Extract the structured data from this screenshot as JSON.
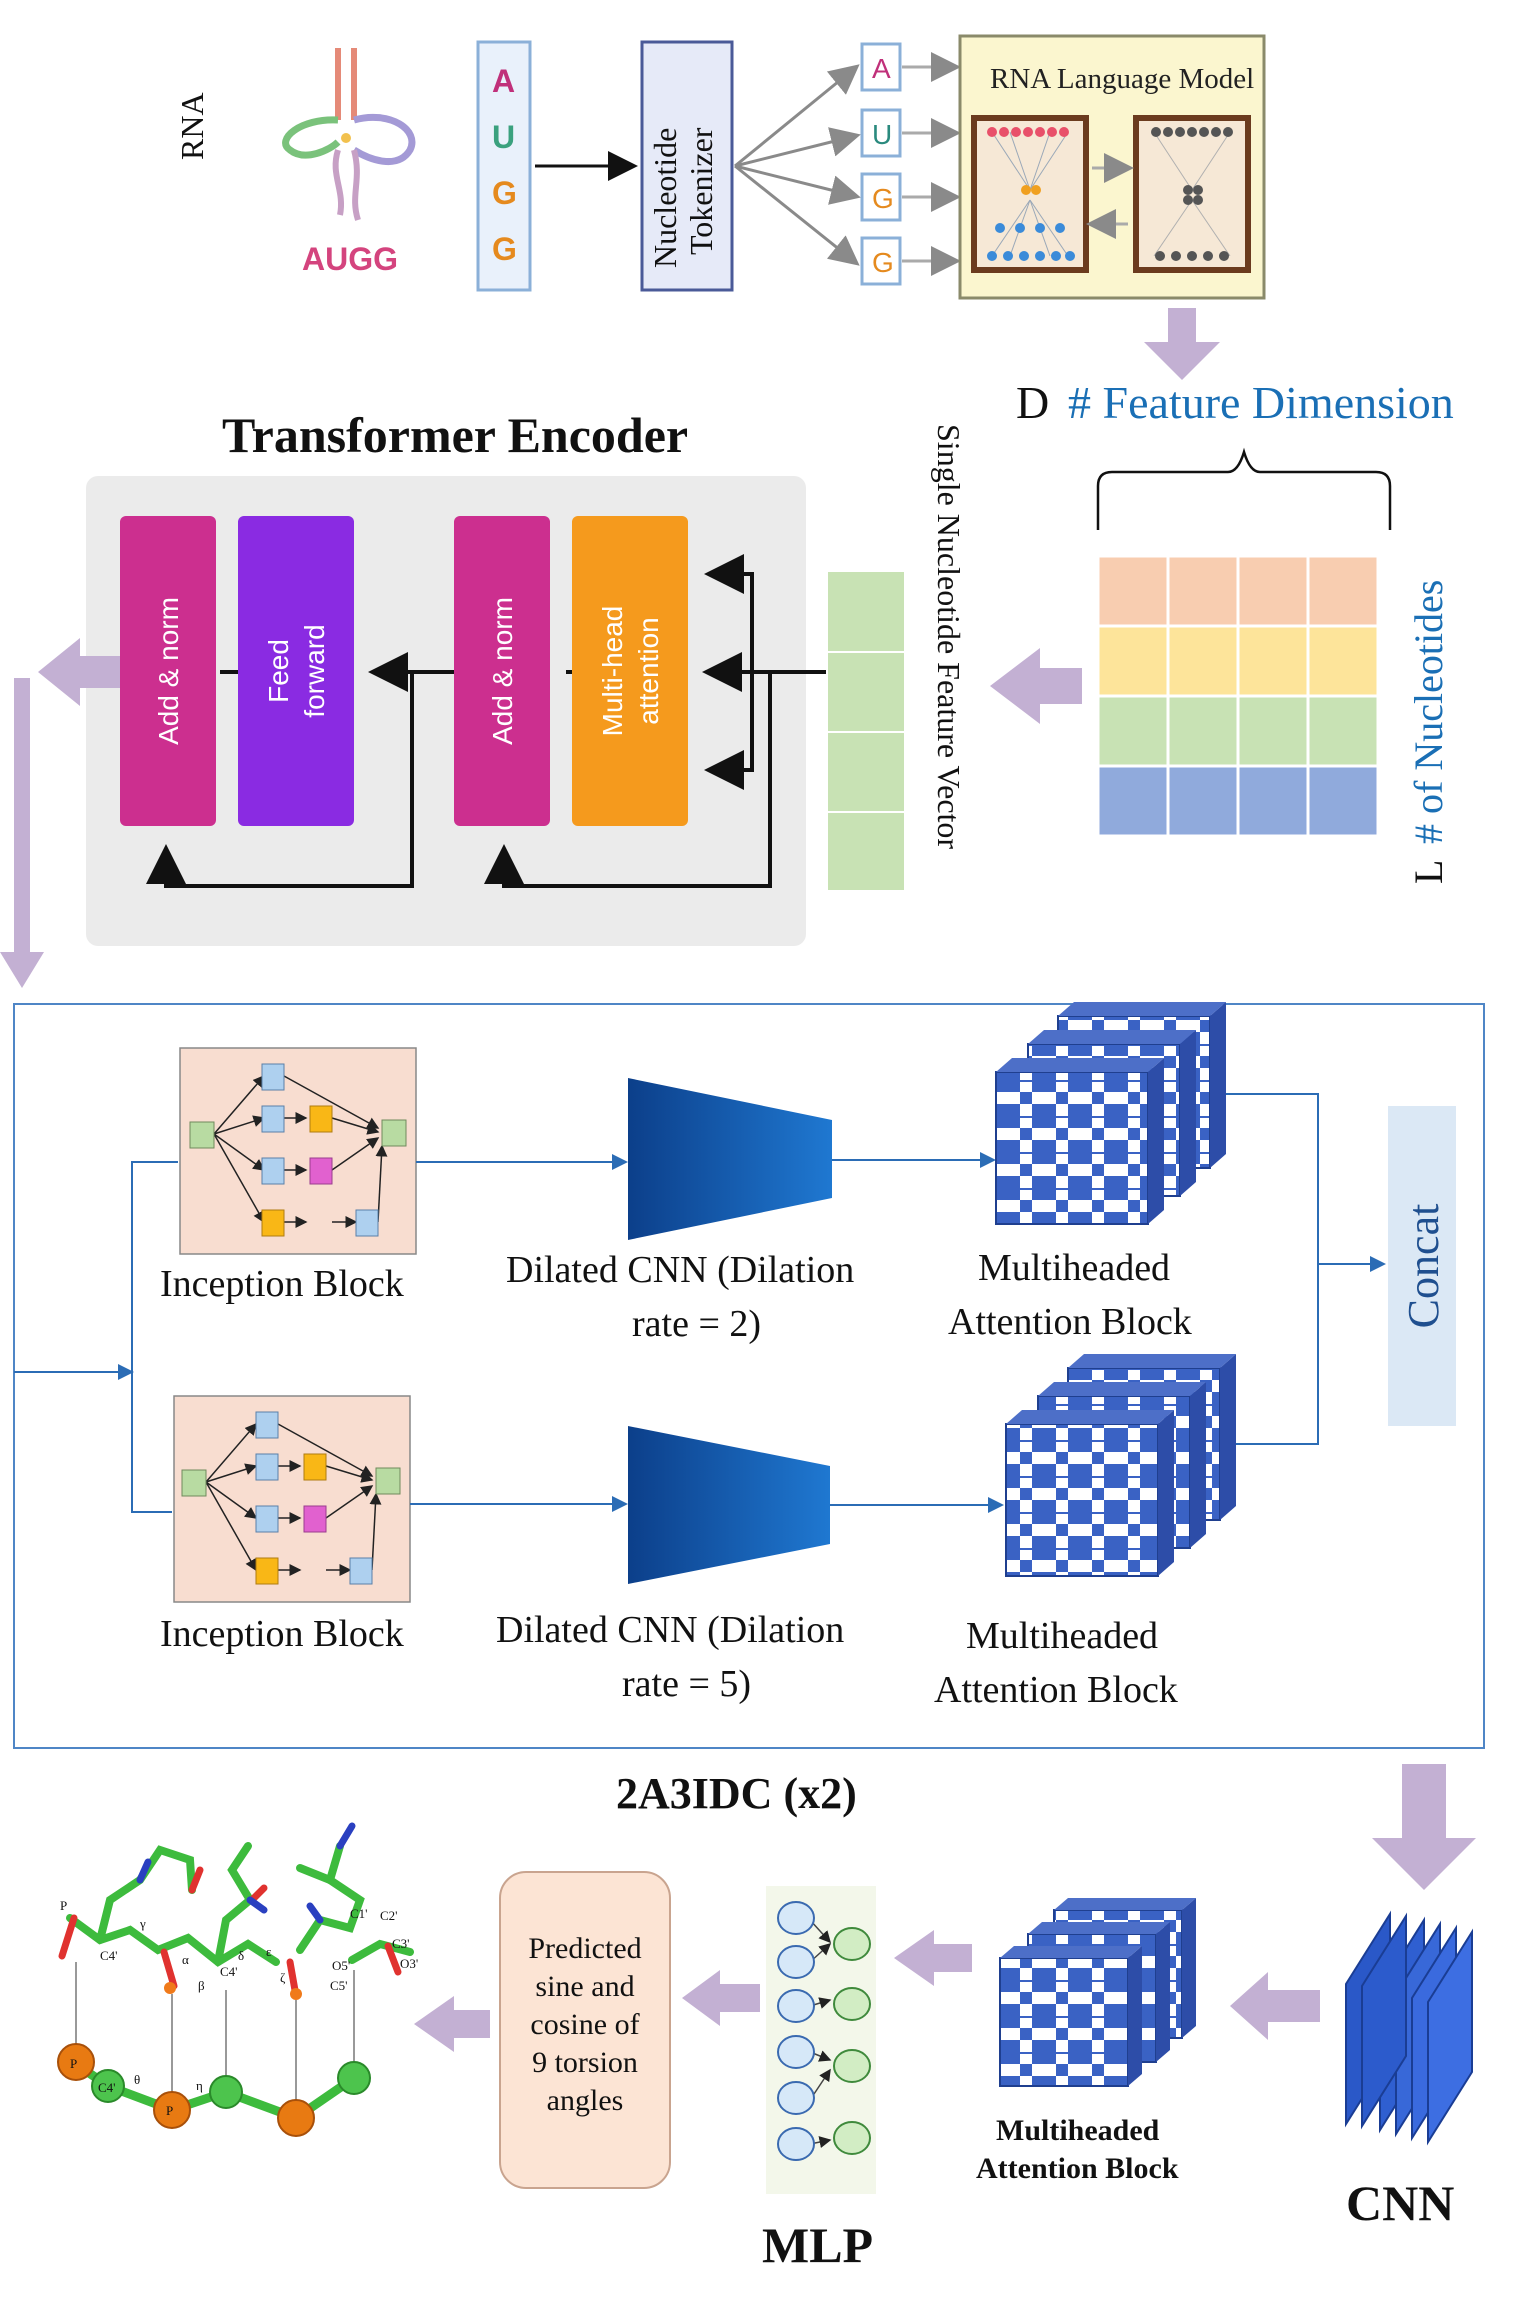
{
  "top": {
    "rna_label": "RNA",
    "rna_sequence": "AUGG",
    "sequence_letters": [
      "A",
      "U",
      "G",
      "G"
    ],
    "tokenizer_label": "Nucleotide Tokenizer",
    "tokens": [
      "A",
      "U",
      "G",
      "G"
    ],
    "language_model_title": "RNA Language Model"
  },
  "embedding": {
    "feature_dim_prefix": "D",
    "feature_dim_label": "# Feature Dimension",
    "nucleotides_prefix": "L",
    "nucleotides_label": "# of Nucleotides",
    "row_colors": [
      "#f8cdb0",
      "#fde49a",
      "#c8e2b4",
      "#90aadc"
    ]
  },
  "encoder": {
    "title": "Transformer Encoder",
    "blocks": [
      "Add & norm",
      "Feed forward",
      "Add & norm",
      "Multi-head attention"
    ],
    "feature_vector_label": "Single Nucleotide Feature Vector"
  },
  "module": {
    "inception_label": "Inception Block",
    "branch1_cnn": "Dilated CNN (Dilation rate = 2)",
    "branch2_cnn": "Dilated CNN (Dilation rate = 5)",
    "attention_label": "Multiheaded Attention Block",
    "concat_label": "Concat",
    "module_title": "2A3IDC (x2)"
  },
  "bottom": {
    "cnn_label": "CNN",
    "attention_label": "Multiheaded Attention Block",
    "mlp_label": "MLP",
    "output_text": "Predicted sine and cosine of 9 torsion angles",
    "structure_labels": [
      "P",
      "P",
      "P",
      "C4'",
      "C4'",
      "C4'",
      "C1'",
      "C2'",
      "C3'",
      "O5'",
      "C5'",
      "O3'",
      "θ",
      "η",
      "α",
      "β",
      "γ",
      "δ",
      "ε",
      "ζ"
    ]
  },
  "colors": {
    "arrow_purple": "#c3b0d3",
    "addnorm_magenta": "#cc2f8f",
    "feedforward_purple": "#8a2be2",
    "attention_orange": "#f59a1d",
    "cnn_blue": "#0f5fb5",
    "concat_bg": "#dbe8f5",
    "title_blue": "#1a6fb5"
  }
}
